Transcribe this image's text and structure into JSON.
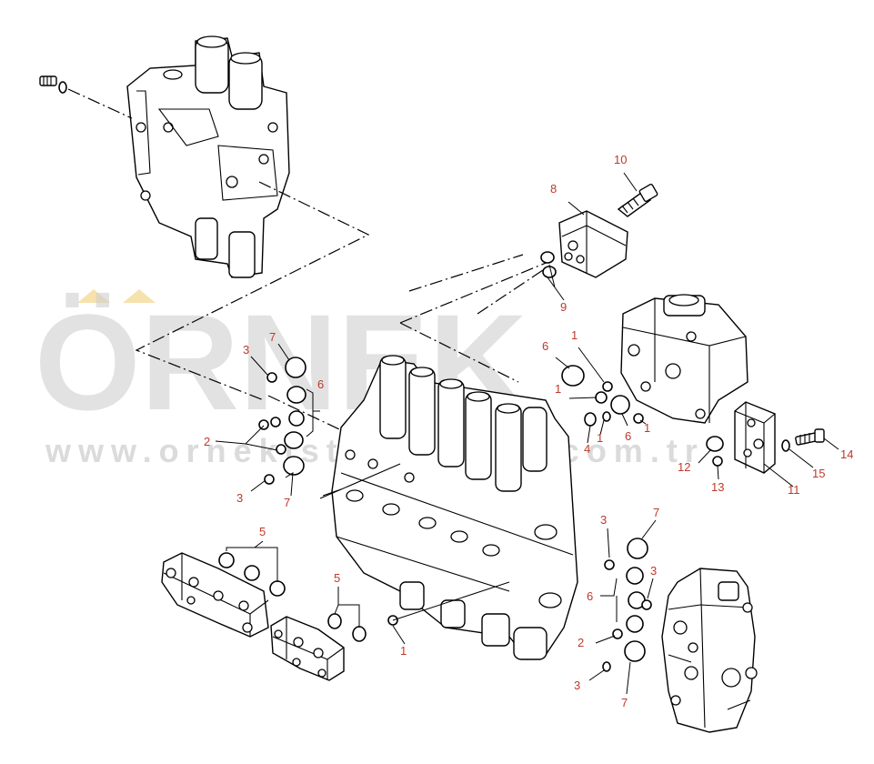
{
  "watermark": {
    "brand": "ÖRNEK",
    "url": "www.ornekistaltmalari.com.tr",
    "accent_color": "#f2d68a",
    "text_color": "#cfcfcf"
  },
  "colors": {
    "callout": "#c0392b",
    "line": "#000000"
  },
  "callouts": {
    "c1": "1",
    "c2": "1",
    "c3": "1",
    "c4": "1",
    "c5": "1",
    "c6": "2",
    "c7": "2",
    "c8": "3",
    "c9": "3",
    "c10": "3",
    "c11": "3",
    "c12": "3",
    "c13": "4",
    "c14": "5",
    "c15": "5",
    "c16": "6",
    "c17": "6",
    "c18": "6",
    "c19": "6",
    "c20": "7",
    "c21": "7",
    "c22": "7",
    "c23": "7",
    "c24": "8",
    "c25": "9",
    "c26": "10",
    "c27": "11",
    "c28": "12",
    "c29": "13",
    "c30": "14",
    "c31": "15"
  }
}
